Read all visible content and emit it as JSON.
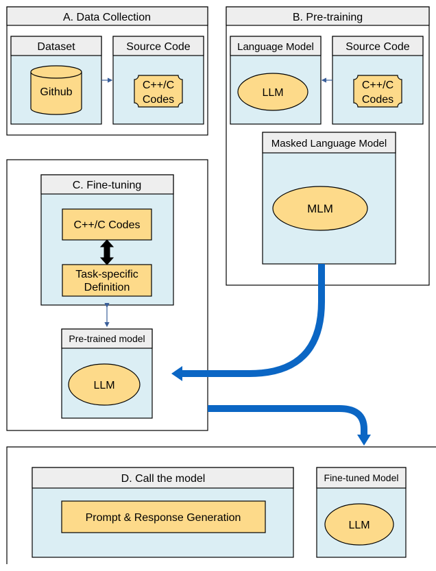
{
  "section_a": {
    "title": "A. Data Collection",
    "dataset": {
      "header": "Dataset",
      "shape_label": "Github"
    },
    "source": {
      "header": "Source Code",
      "shape_label_line1": "C++/C",
      "shape_label_line2": "Codes"
    }
  },
  "section_b": {
    "title": "B. Pre-training",
    "language_model": {
      "header": "Language Model",
      "shape_label": "LLM"
    },
    "source": {
      "header": "Source Code",
      "shape_label_line1": "C++/C",
      "shape_label_line2": "Codes"
    },
    "masked": {
      "header": "Masked Language Model",
      "shape_label": "MLM"
    }
  },
  "section_c": {
    "title": "C. Fine-tuning",
    "codes": "C++/C Codes",
    "task_line1": "Task-specific",
    "task_line2": "Definition",
    "pretrained": {
      "header": "Pre-trained model",
      "shape_label": "LLM"
    }
  },
  "section_d": {
    "title": "D. Call the model",
    "prompt": "Prompt & Response Generation",
    "finetuned": {
      "header": "Fine-tuned Model",
      "shape_label": "LLM"
    }
  },
  "colors": {
    "panel_fill": "#dbeef4",
    "header_fill": "#eeeeee",
    "shape_fill": "#fdda8a",
    "arrow_blue": "#0b66c4",
    "connector": "#3a5f9a"
  }
}
